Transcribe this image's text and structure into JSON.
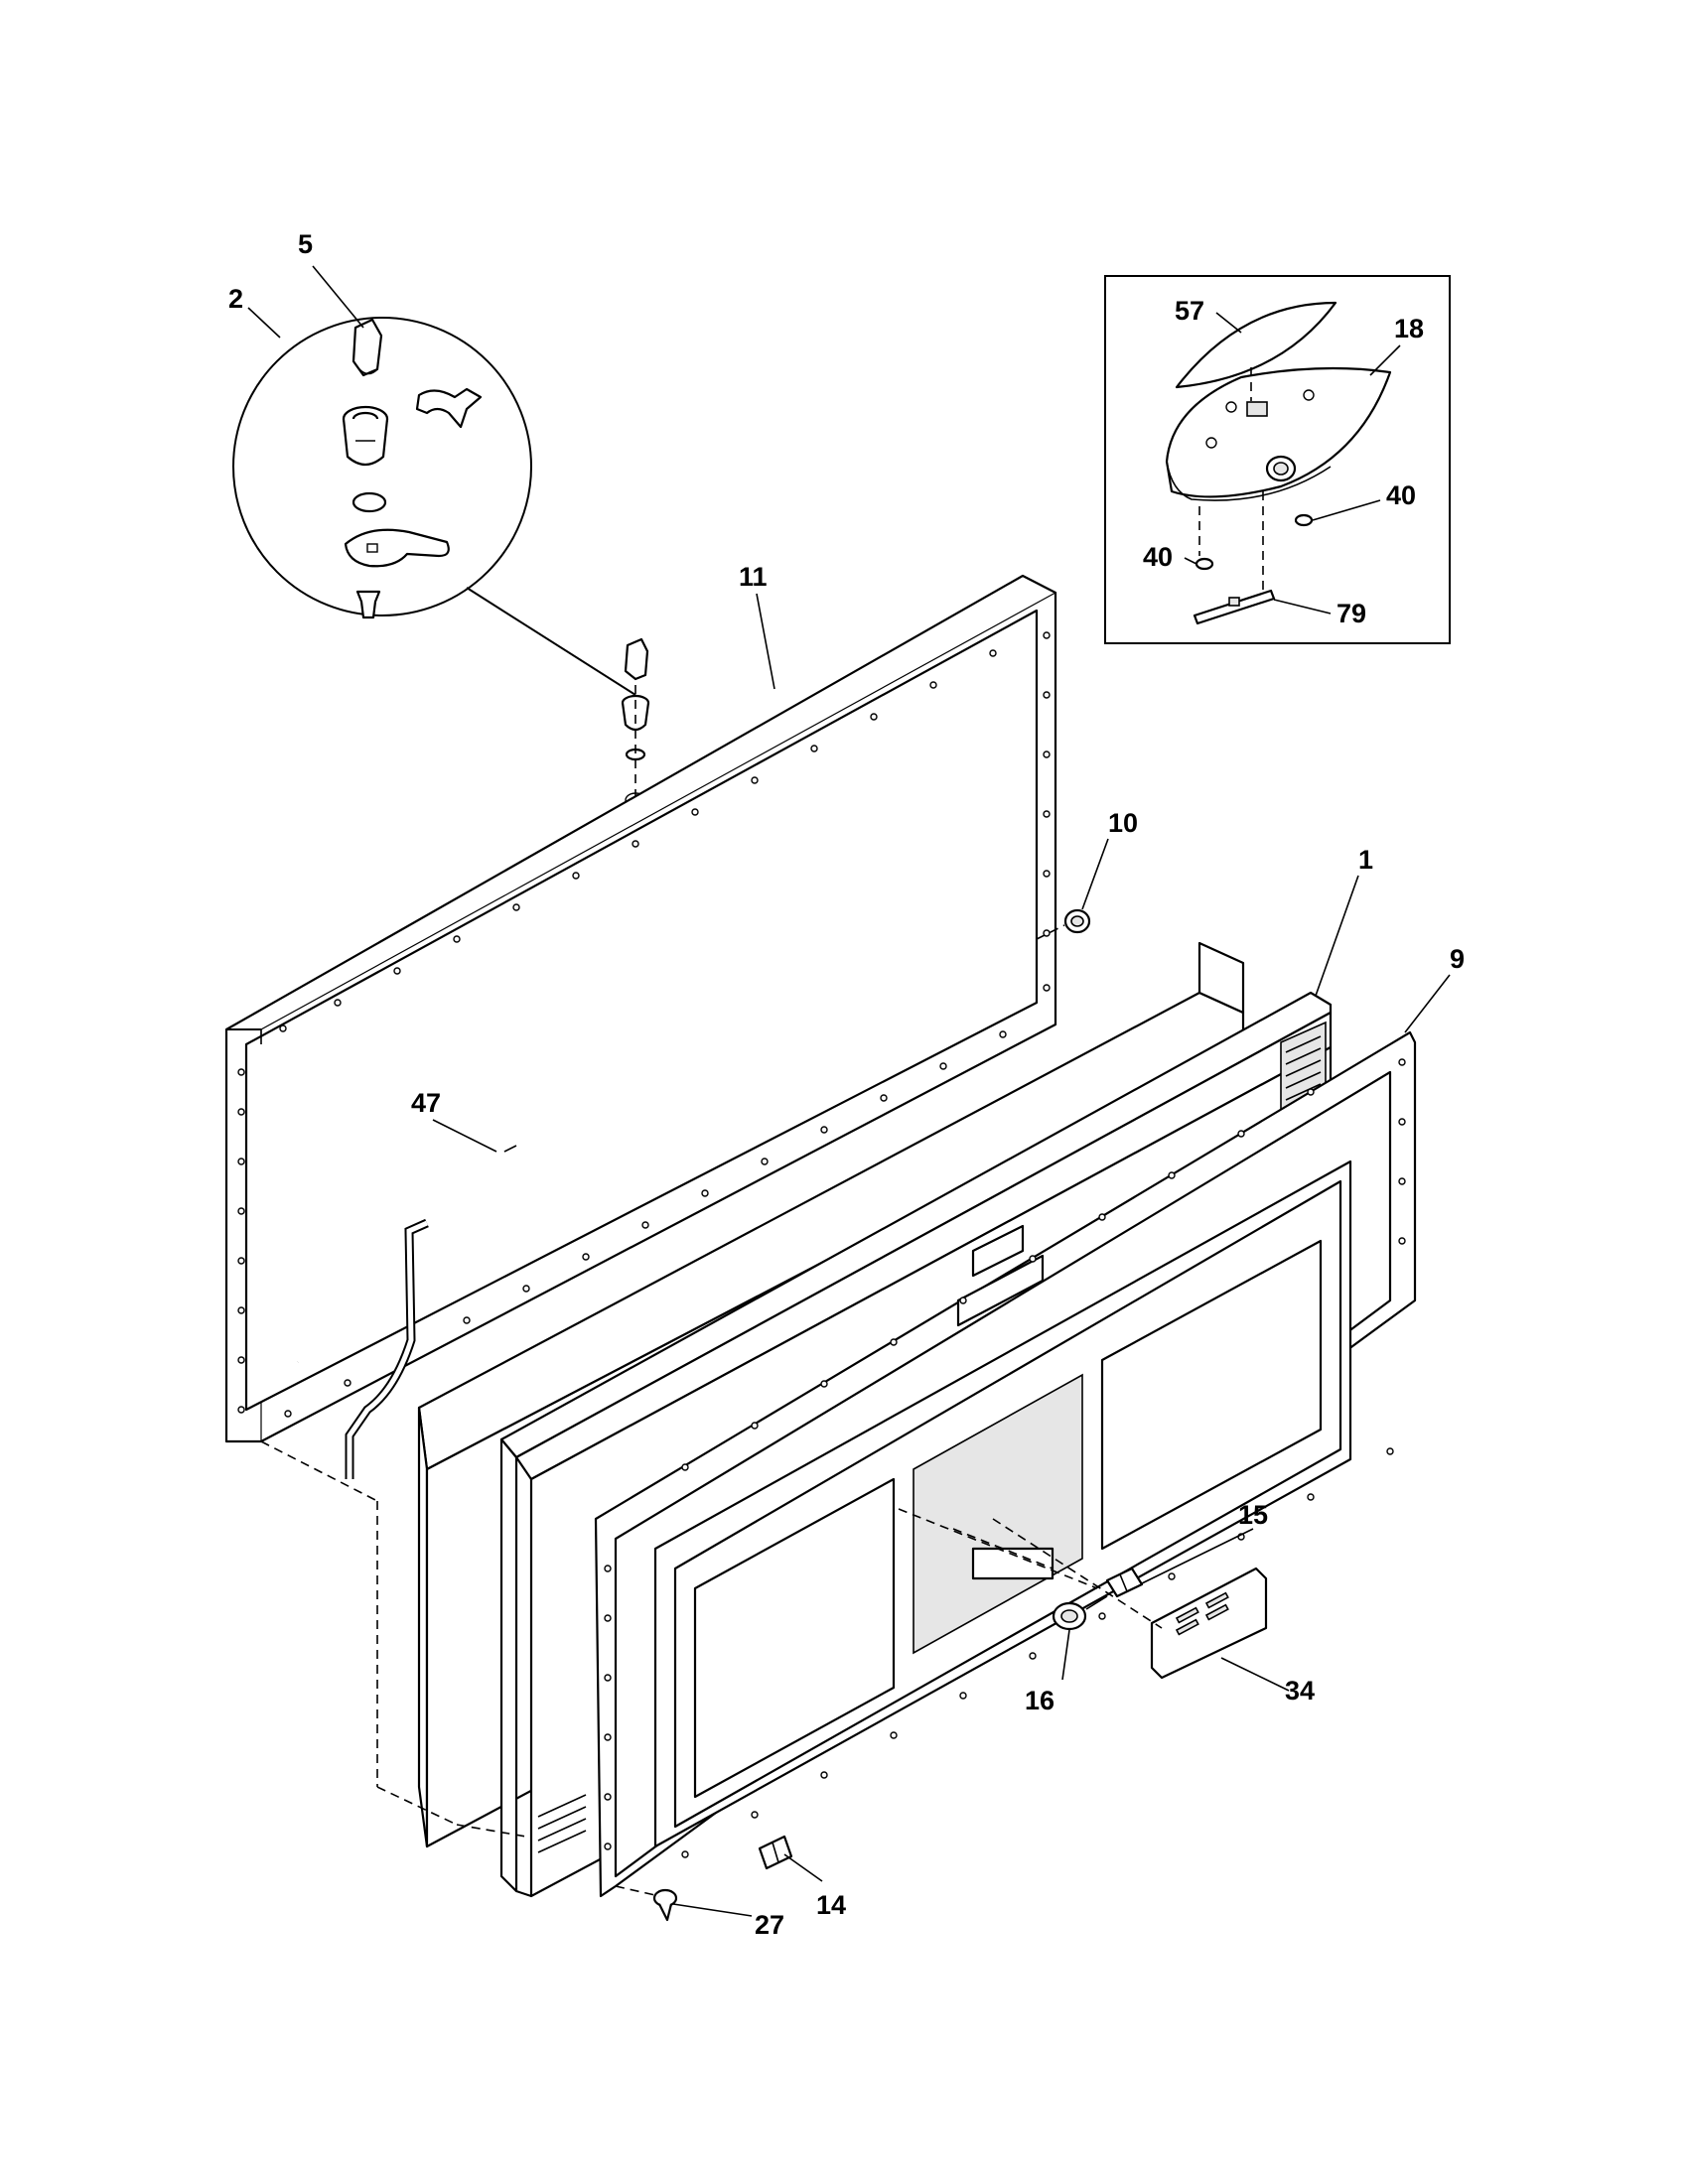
{
  "labels": {
    "l1": "1",
    "l2": "2",
    "l5": "5",
    "l9": "9",
    "l10": "10",
    "l11": "11",
    "l14": "14",
    "l15": "15",
    "l16": "16",
    "l18": "18",
    "l27": "27",
    "l34": "34",
    "l40a": "40",
    "l40b": "40",
    "l47": "47",
    "l57": "57",
    "l79": "79"
  }
}
